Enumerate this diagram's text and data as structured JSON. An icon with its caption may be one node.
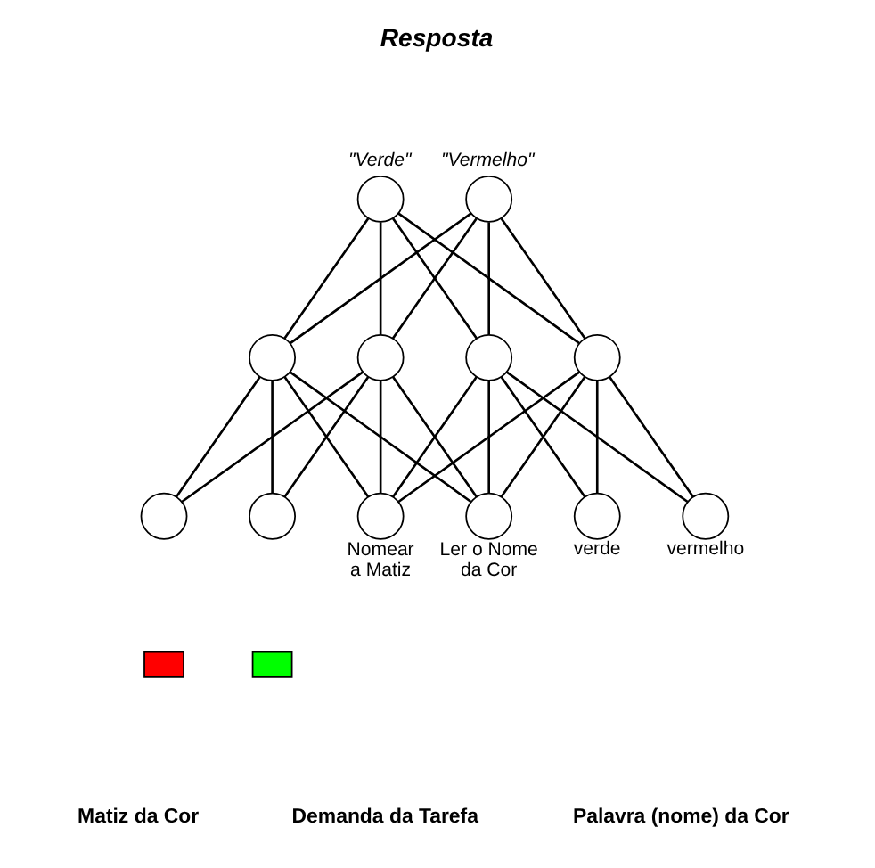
{
  "diagram": {
    "title": "Resposta",
    "nodes": [
      {
        "text": [
          "\"Verde\""
        ]
      },
      {
        "text": [
          "\"Vermelho\""
        ]
      },
      {
        "text": [],
        "shape": "circle"
      },
      {
        "text": [],
        "shape": "circle"
      },
      {
        "text": [],
        "shape": "circle"
      },
      {
        "text": [],
        "shape": "circle"
      },
      {
        "text": [],
        "shape": "circle"
      },
      {
        "text": [],
        "shape": "circle"
      },
      {
        "text": [
          "Nomear a Matiz"
        ]
      },
      {
        "text": [
          "Ler o Nome da Cor"
        ]
      },
      {
        "text": [
          "verde"
        ]
      },
      {
        "text": [
          "vermelho"
        ]
      },
      {
        "text": [],
        "shape": "box"
      },
      {
        "text": [],
        "shape": "box"
      }
    ],
    "edges": [
      {
        "from": 0,
        "to": 2,
        "arrow": "none"
      },
      {
        "from": 0,
        "to": 3,
        "arrow": "none"
      },
      {
        "from": 0,
        "to": 4,
        "arrow": "none"
      },
      {
        "from": 0,
        "to": 5,
        "arrow": "none"
      },
      {
        "from": 1,
        "to": 2,
        "arrow": "none"
      },
      {
        "from": 1,
        "to": 3,
        "arrow": "none"
      },
      {
        "from": 1,
        "to": 4,
        "arrow": "none"
      },
      {
        "from": 1,
        "to": 5,
        "arrow": "none"
      },
      {
        "from": 2,
        "to": 6,
        "arrow": "none"
      },
      {
        "from": 2,
        "to": 7,
        "arrow": "none"
      },
      {
        "from": 2,
        "to": 8,
        "arrow": "none"
      },
      {
        "from": 2,
        "to": 9,
        "arrow": "none"
      },
      {
        "from": 3,
        "to": 6,
        "arrow": "none"
      },
      {
        "from": 3,
        "to": 7,
        "arrow": "none"
      },
      {
        "from": 3,
        "to": 8,
        "arrow": "none"
      },
      {
        "from": 3,
        "to": 9,
        "arrow": "none"
      },
      {
        "from": 4,
        "to": 8,
        "arrow": "none"
      },
      {
        "from": 4,
        "to": 9,
        "arrow": "none"
      },
      {
        "from": 4,
        "to": 10,
        "arrow": "none"
      },
      {
        "from": 4,
        "to": 11,
        "arrow": "none"
      },
      {
        "from": 5,
        "to": 8,
        "arrow": "none"
      },
      {
        "from": 5,
        "to": 9,
        "arrow": "none"
      },
      {
        "from": 5,
        "to": 10,
        "arrow": "none"
      },
      {
        "from": 5,
        "to": 11,
        "arrow": "none"
      }
    ],
    "labels": [
      "Matiz da Cor",
      "Palavra (nome) da Cor",
      "Demanda da Tarefa"
    ]
  }
}
